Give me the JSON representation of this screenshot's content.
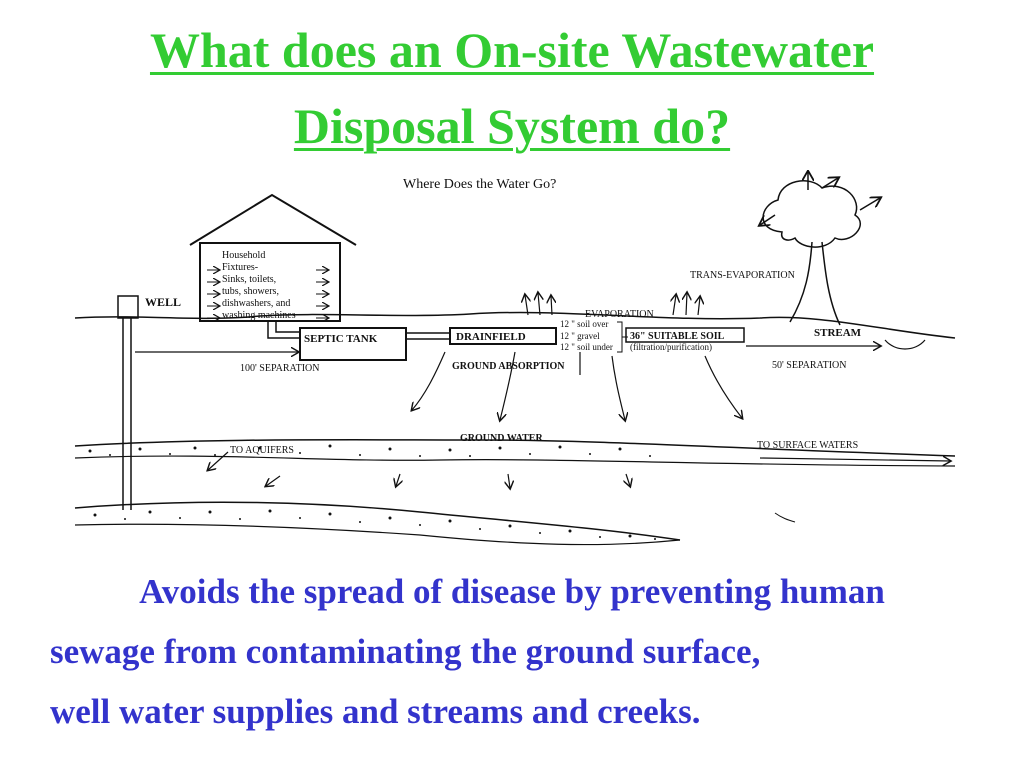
{
  "colors": {
    "title": "#33cc33",
    "caption": "#3333cc",
    "ink": "#111111"
  },
  "title": {
    "line1": "What does an On-site Wastewater",
    "line2": "Disposal System do?"
  },
  "diagram": {
    "heading": "Where Does the Water Go?",
    "house": [
      "Household",
      "Fixtures-",
      "Sinks, toilets,",
      "tubs, showers,",
      "dishwashers, and",
      "washing machines"
    ],
    "well": "WELL",
    "septic_tank": "SEPTIC TANK",
    "drainfield": "DRAINFIELD",
    "soil_over": "12 \" soil over",
    "gravel": "12 \" gravel",
    "soil_under": "12 \" soil under",
    "suitable_soil": "36\" SUITABLE SOIL",
    "filtration": "(filtration/purification)",
    "evaporation": "EVAPORATION",
    "trans_evaporation": "TRANS-EVAPORATION",
    "stream": "STREAM",
    "separation_100": "100' SEPARATION",
    "separation_50": "50' SEPARATION",
    "ground_absorption": "GROUND ABSORPTION",
    "ground_water": "GROUND WATER",
    "to_aquifers": "TO AQUIFERS",
    "to_surface_waters": "TO SURFACE WATERS"
  },
  "caption": {
    "line1": "Avoids the spread of disease by preventing human",
    "line2": "sewage from contaminating the ground surface,",
    "line3": "well water supplies and streams and creeks."
  }
}
